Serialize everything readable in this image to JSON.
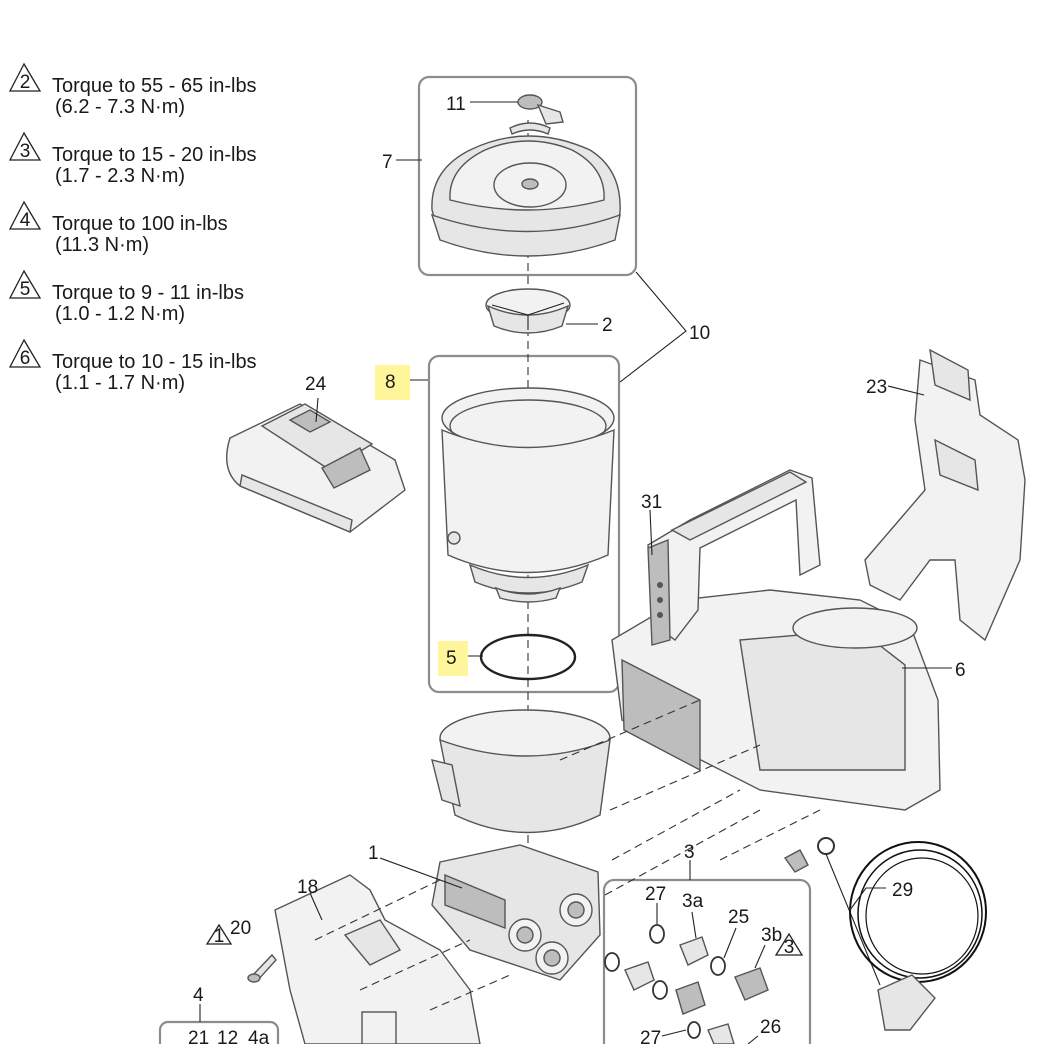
{
  "torque_notes": [
    {
      "num": "2",
      "line1": "Torque to 55 - 65 in-lbs",
      "line2": "(6.2 - 7.3 N·m)"
    },
    {
      "num": "3",
      "line1": "Torque to 15 - 20 in-lbs",
      "line2": "(1.7 - 2.3 N·m)"
    },
    {
      "num": "4",
      "line1": "Torque to 100 in-lbs",
      "line2": "(11.3 N·m)"
    },
    {
      "num": "5",
      "line1": "Torque to 9 - 11 in-lbs",
      "line2": "(1.0 - 1.2 N·m)"
    },
    {
      "num": "6",
      "line1": "Torque to 10 - 15 in-lbs",
      "line2": "(1.1 - 1.7 N·m)"
    }
  ],
  "callouts": {
    "c11": "11",
    "c7": "7",
    "c2": "2",
    "c10": "10",
    "c8": "8",
    "c24": "24",
    "c23": "23",
    "c31": "31",
    "c5": "5",
    "c6": "6",
    "c1": "1",
    "c18": "18",
    "c3": "3",
    "c27a": "27",
    "c3a": "3a",
    "c25": "25",
    "c3b": "3b",
    "c29": "29",
    "c20": "20",
    "c4": "4",
    "c27b": "27",
    "c26": "26",
    "c21": "21",
    "c12": "12",
    "c4a": "4a"
  },
  "inline_triangles": {
    "t3b": "3",
    "t20": "1"
  },
  "highlight_color": "#fff59a"
}
